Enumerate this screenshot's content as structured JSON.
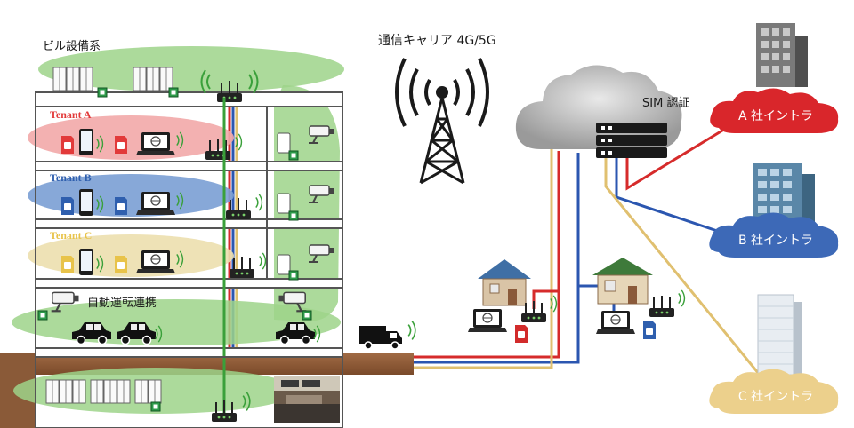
{
  "labels": {
    "building_systems": "ビル設備系",
    "carrier": "通信キャリア 4G/5G",
    "sim_auth": "SIM 認証",
    "autonomous": "自動運転連携",
    "tenant_a": "Tenant A",
    "tenant_b": "Tenant B",
    "tenant_c": "Tenant C",
    "intra_a": "A 社イントラ",
    "intra_b": "B 社イントラ",
    "intra_c": "C 社イントラ"
  },
  "colors": {
    "tenant_a": "#e23a3a",
    "tenant_b": "#2f5fae",
    "tenant_c": "#e8c34a",
    "green_zone": "#9ed48a",
    "intra_a_cloud": "#d9262b",
    "intra_b_cloud": "#3d69b7",
    "intra_c_cloud": "#ecd08c",
    "line_red": "#d62b2b",
    "line_blue": "#2b56b0",
    "line_yellow": "#e0c070",
    "line_green": "#3aa03a"
  },
  "icons": [
    "tower-icon",
    "cloud-icon",
    "server-icon",
    "router-icon",
    "camera-icon",
    "car-icon",
    "truck-icon",
    "house-icon",
    "laptop-icon",
    "phone-icon",
    "sim-card-icon",
    "office-building-icon"
  ]
}
